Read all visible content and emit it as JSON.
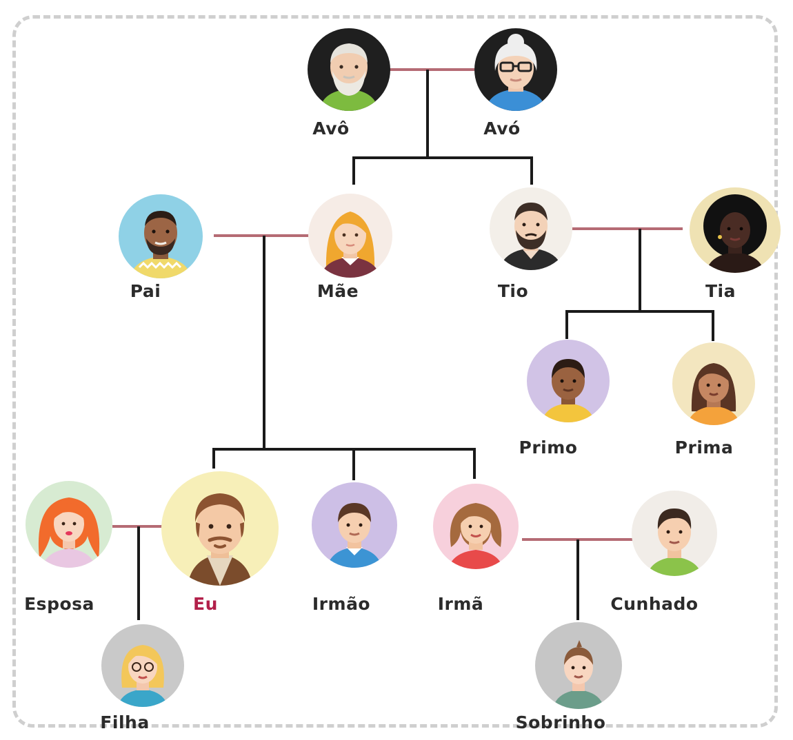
{
  "members": {
    "avo_m": "Avô",
    "avo_f": "Avó",
    "pai": "Pai",
    "mae": "Mãe",
    "tio": "Tio",
    "tia": "Tia",
    "primo": "Primo",
    "prima": "Prima",
    "esposa": "Esposa",
    "eu": "Eu",
    "irmao": "Irmão",
    "irma": "Irmã",
    "cunhado": "Cunhado",
    "filha": "Filha",
    "sobrinho": "Sobrinho"
  },
  "colors": {
    "marriage_line": "#b56b74",
    "descent_line": "#1a1a1a",
    "frame": "#cfcfcf",
    "highlight_label": "#b2204a"
  }
}
